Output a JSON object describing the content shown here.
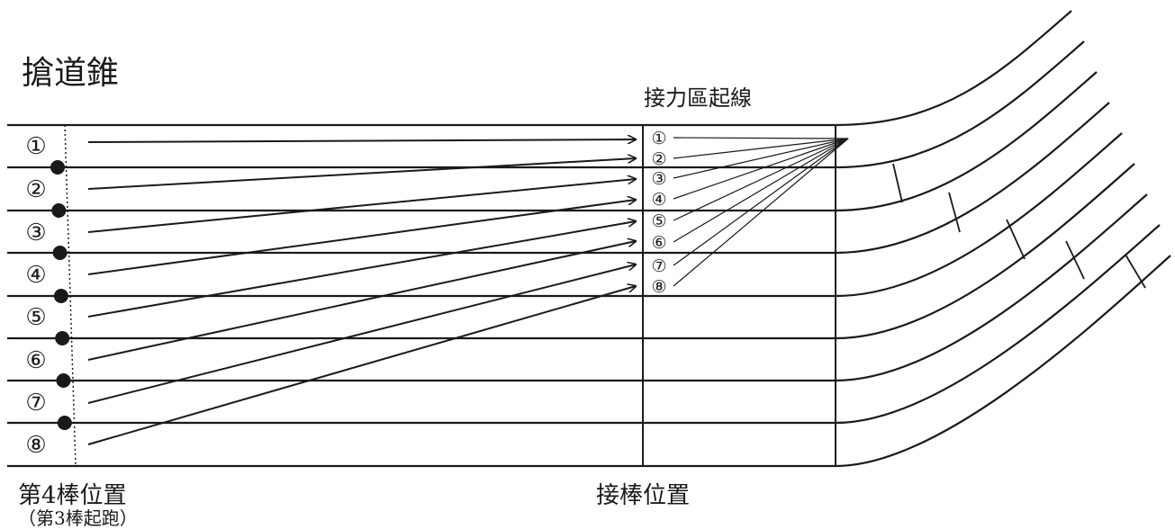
{
  "title": "搶道錐",
  "relay_zone_label": "接力區起線",
  "fourth_runner_label": "第4棒位置",
  "fourth_runner_sublabel": "（第3棒起跑）",
  "handoff_label": "接棒位置",
  "lane_numbers": [
    "①",
    "②",
    "③",
    "④",
    "⑤",
    "⑥",
    "⑦",
    "⑧"
  ],
  "cone_label": "搶道錐",
  "colors": {
    "ink": "#1a1a1a",
    "paper": "#ffffff"
  }
}
